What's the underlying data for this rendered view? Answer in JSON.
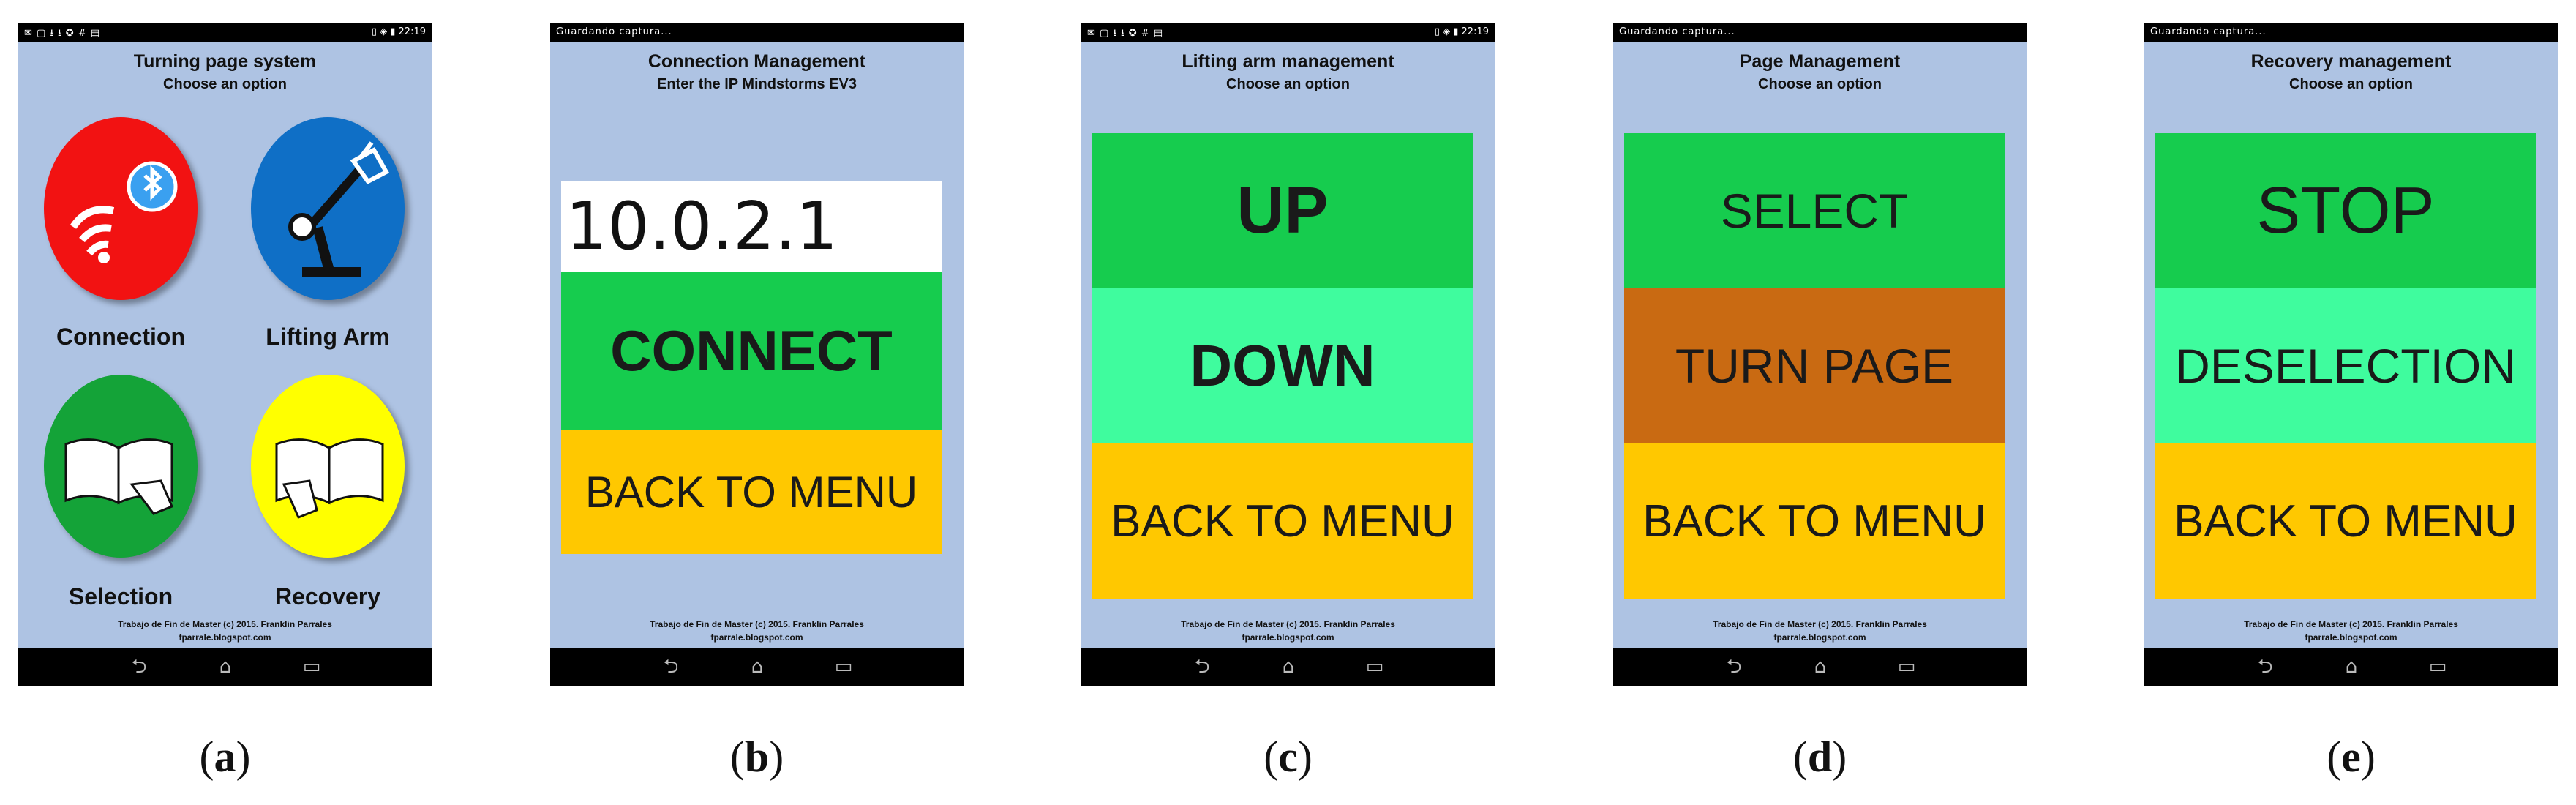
{
  "statusbar": {
    "icons_left": "✉ ▢ ⭳ ⭳ ✪ # ▤",
    "icons_right": "▯ ◈ ▮ 22:19",
    "capture_text": "Guardando captura..."
  },
  "footer": {
    "line1": "Trabajo de Fin de Master (c) 2015. Franklin Parrales",
    "line2": "fparrale.blogspot.com"
  },
  "nav": {
    "back": "⮌",
    "home": "⌂",
    "recent": "▭"
  },
  "panels": {
    "a": {
      "title": "Turning page system",
      "subtitle": "Choose an option",
      "caption_letter": "a",
      "options": [
        {
          "label": "Connection",
          "color": "#f21212"
        },
        {
          "label": "Lifting Arm",
          "color": "#0f6fc6"
        },
        {
          "label": "Selection",
          "color": "#14a338"
        },
        {
          "label": "Recovery",
          "color": "#ffff00"
        }
      ]
    },
    "b": {
      "title": "Connection Management",
      "subtitle": "Enter the IP Mindstorms EV3",
      "caption_letter": "b",
      "ip_value": "10.0.2.1",
      "connect_label": "CONNECT",
      "back_label": "BACK TO MENU"
    },
    "c": {
      "title": "Lifting arm management",
      "subtitle": "Choose an option",
      "caption_letter": "c",
      "up_label": "UP",
      "down_label": "DOWN",
      "back_label": "BACK TO MENU"
    },
    "d": {
      "title": "Page Management",
      "subtitle": "Choose an option",
      "caption_letter": "d",
      "select_label": "SELECT",
      "turn_label": "TURN PAGE",
      "back_label": "BACK TO MENU"
    },
    "e": {
      "title": "Recovery management",
      "subtitle": "Choose an option",
      "caption_letter": "e",
      "stop_label": "STOP",
      "deselect_label": "DESELECTION",
      "back_label": "BACK TO MENU"
    }
  },
  "colors": {
    "screen_bg": "#aec3e3",
    "green": "#16cc4e",
    "mint": "#3ffc9e",
    "amber": "#ffc800",
    "brown": "#c96a12"
  }
}
